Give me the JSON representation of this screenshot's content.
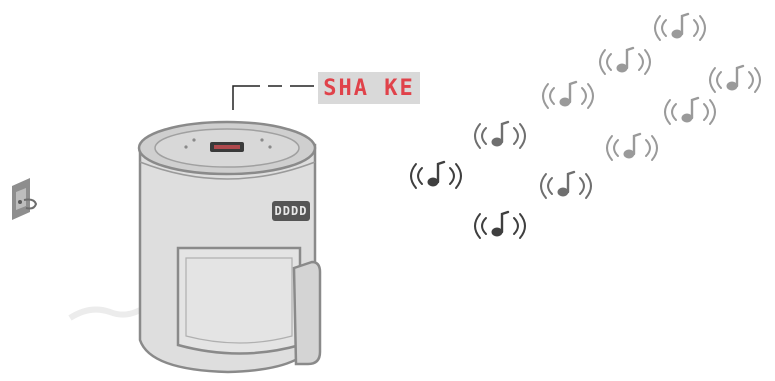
{
  "display": {
    "text": "SHA KE",
    "color": "#e0424a"
  },
  "fryer": {
    "brand_label": "DDDD"
  },
  "colors": {
    "outline": "#8a8a8a",
    "body_fill": "#dedede",
    "lid_fill": "#cfcfcf",
    "note_dark": "#3f3f3f",
    "note_mid": "#6f6f6f",
    "note_light": "#9a9a9a"
  },
  "icons": {
    "power_socket": "power-socket-icon",
    "sound": "music-note-icon"
  },
  "sound_notes": [
    {
      "shade": "note_light"
    },
    {
      "shade": "note_light"
    },
    {
      "shade": "note_light"
    },
    {
      "shade": "note_light"
    },
    {
      "shade": "note_light"
    },
    {
      "shade": "note_light"
    },
    {
      "shade": "note_mid"
    },
    {
      "shade": "note_mid"
    },
    {
      "shade": "note_dark"
    },
    {
      "shade": "note_dark"
    }
  ]
}
